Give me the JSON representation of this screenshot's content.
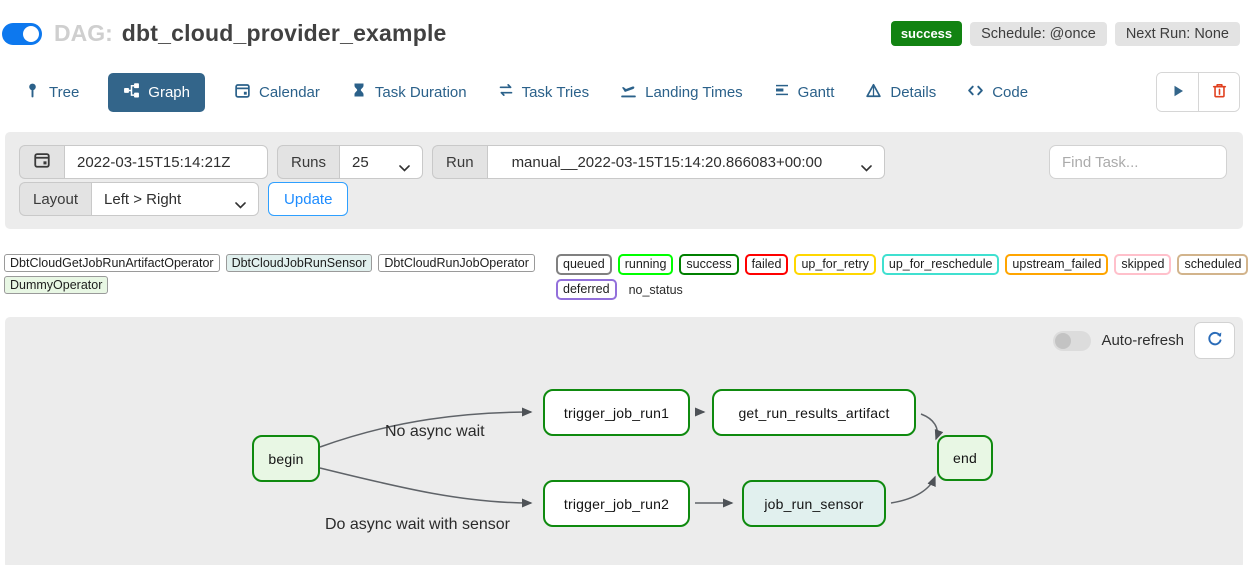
{
  "header": {
    "toggle_on": true,
    "dag_label": "DAG:",
    "dag_title": "dbt_cloud_provider_example",
    "badges": {
      "status": "success",
      "schedule": "Schedule: @once",
      "next_run": "Next Run: None"
    }
  },
  "tabs": [
    {
      "label": "Tree",
      "icon": "pin-icon",
      "active": false
    },
    {
      "label": "Graph",
      "icon": "graph-icon",
      "active": true
    },
    {
      "label": "Calendar",
      "icon": "calendar-icon",
      "active": false
    },
    {
      "label": "Task Duration",
      "icon": "hourglass-icon",
      "active": false
    },
    {
      "label": "Task Tries",
      "icon": "repeat-icon",
      "active": false
    },
    {
      "label": "Landing Times",
      "icon": "plane-landing-icon",
      "active": false
    },
    {
      "label": "Gantt",
      "icon": "gantt-icon",
      "active": false
    },
    {
      "label": "Details",
      "icon": "triangle-icon",
      "active": false
    },
    {
      "label": "Code",
      "icon": "code-icon",
      "active": false
    }
  ],
  "filters": {
    "date_value": "2022-03-15T15:14:21Z",
    "runs_label": "Runs",
    "runs_value": "25",
    "run_label": "Run",
    "run_value": "manual__2022-03-15T15:14:20.866083+00:00",
    "find_task_placeholder": "Find Task...",
    "layout_label": "Layout",
    "layout_value": "Left > Right",
    "update_label": "Update"
  },
  "legend": {
    "operators": [
      {
        "label": "DbtCloudGetJobRunArtifactOperator",
        "fill": "#ffffff"
      },
      {
        "label": "DbtCloudJobRunSensor",
        "fill": "#e1f0ee"
      },
      {
        "label": "DbtCloudRunJobOperator",
        "fill": "#ffffff"
      },
      {
        "label": "DummyOperator",
        "fill": "#e8f7e4"
      }
    ],
    "statuses": [
      {
        "label": "queued",
        "color": "#808080"
      },
      {
        "label": "running",
        "color": "#00ff00"
      },
      {
        "label": "success",
        "color": "#008000"
      },
      {
        "label": "failed",
        "color": "#ff0000"
      },
      {
        "label": "up_for_retry",
        "color": "#ffd700"
      },
      {
        "label": "up_for_reschedule",
        "color": "#40e0d0"
      },
      {
        "label": "upstream_failed",
        "color": "#ffa500"
      },
      {
        "label": "skipped",
        "color": "#ffc0cb"
      },
      {
        "label": "scheduled",
        "color": "#d2b48c"
      },
      {
        "label": "deferred",
        "color": "#9370db"
      }
    ],
    "no_status_label": "no_status"
  },
  "graph": {
    "auto_refresh_label": "Auto-refresh",
    "nodes": [
      {
        "id": "begin",
        "label": "begin",
        "fill": "#e8f7e4",
        "state": "success"
      },
      {
        "id": "trigger_job_run1",
        "label": "trigger_job_run1",
        "fill": "#ffffff",
        "state": "success"
      },
      {
        "id": "get_run_results_artifact",
        "label": "get_run_results_artifact",
        "fill": "#ffffff",
        "state": "success"
      },
      {
        "id": "end",
        "label": "end",
        "fill": "#e8f7e4",
        "state": "success"
      },
      {
        "id": "trigger_job_run2",
        "label": "trigger_job_run2",
        "fill": "#ffffff",
        "state": "success"
      },
      {
        "id": "job_run_sensor",
        "label": "job_run_sensor",
        "fill": "#e1f0ee",
        "state": "success"
      }
    ],
    "edges": [
      {
        "from": "begin",
        "to": "trigger_job_run1",
        "label": "No async wait"
      },
      {
        "from": "begin",
        "to": "trigger_job_run2",
        "label": "Do async wait with sensor"
      },
      {
        "from": "trigger_job_run1",
        "to": "get_run_results_artifact",
        "label": ""
      },
      {
        "from": "get_run_results_artifact",
        "to": "end",
        "label": ""
      },
      {
        "from": "trigger_job_run2",
        "to": "job_run_sensor",
        "label": ""
      },
      {
        "from": "job_run_sensor",
        "to": "end",
        "label": ""
      }
    ]
  },
  "colors": {
    "tab_active_bg": "#33658a",
    "success_badge": "#128312",
    "node_border": "#0f8a0f",
    "panel_bg": "#ececec",
    "accent_blue": "#1d8cff",
    "trash_red": "#e0401f",
    "toggle_blue": "#0d78ee"
  }
}
